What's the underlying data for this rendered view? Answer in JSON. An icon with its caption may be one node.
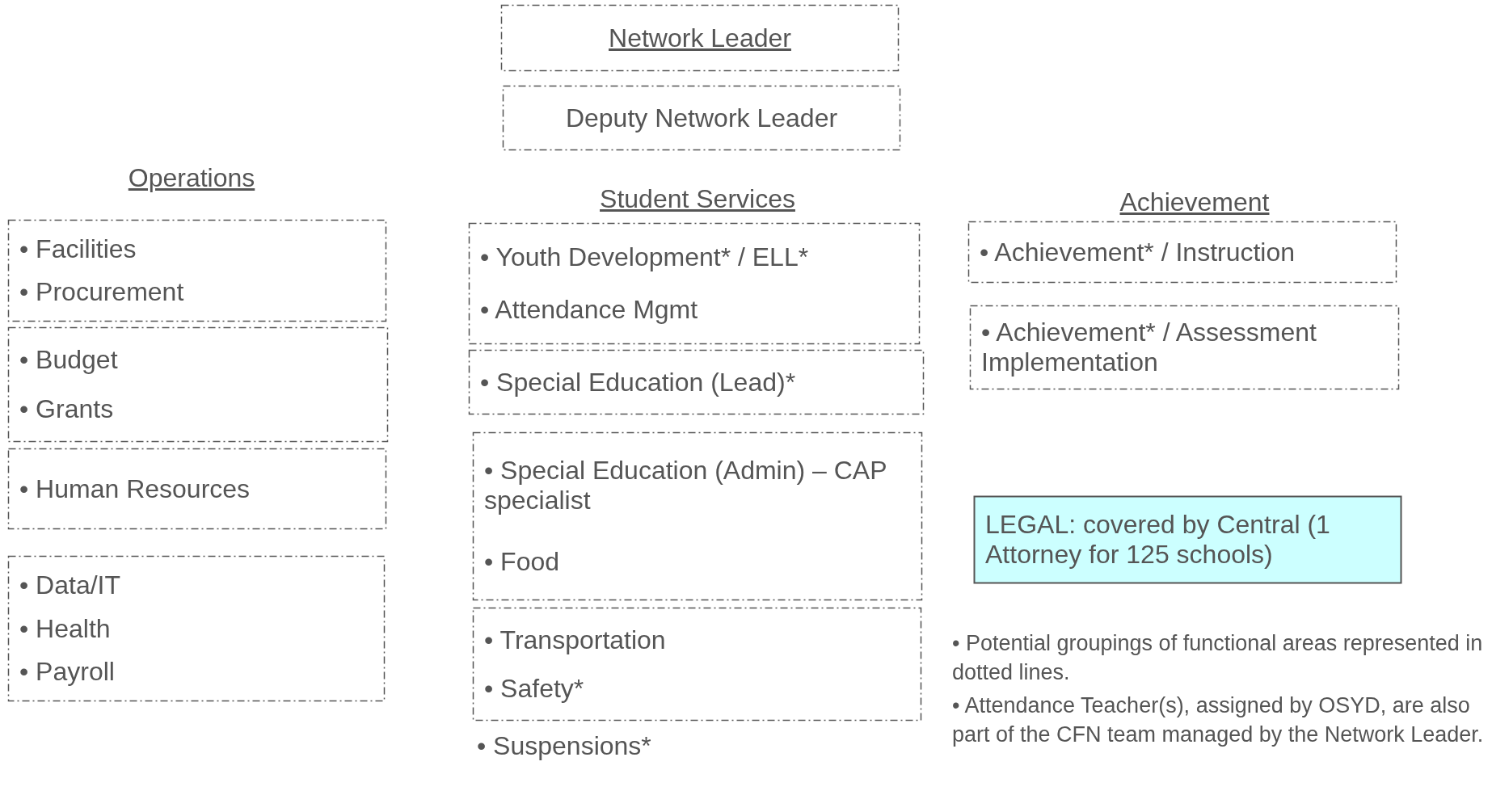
{
  "diagram": {
    "nodes": [
      {
        "text": [
          "Network Leader"
        ]
      },
      {
        "text": [
          "Deputy Network Leader"
        ]
      },
      {
        "text": [
          "• Facilities",
          "• Procurement"
        ]
      },
      {
        "text": [
          "• Budget",
          "• Grants"
        ]
      },
      {
        "text": [
          "• Human Resources"
        ]
      },
      {
        "text": [
          "• Data/IT",
          "• Health",
          "• Payroll"
        ]
      },
      {
        "text": [
          "• Youth Development* / ELL*",
          "• Attendance Mgmt"
        ]
      },
      {
        "text": [
          "• Special Education (Lead)*"
        ]
      },
      {
        "text": [
          "• Special Education (Admin) – CAP specialist",
          "• Food"
        ]
      },
      {
        "text": [
          "• Transportation",
          "• Safety*"
        ]
      },
      {
        "text": [
          "• Achievement* / Instruction"
        ]
      },
      {
        "text": [
          "• Achievement* / Assessment Implementation"
        ]
      },
      {
        "text": [
          "LEGAL: covered by Central (1 Attorney for 125 schools)"
        ]
      }
    ],
    "edges": [],
    "labels": [
      "Operations",
      "Student Services",
      "Achievement",
      "• Suspensions*",
      "• Potential groupings of functional areas represented in dotted lines.",
      "• Attendance Teacher(s), assigned by OSYD, are also part of the CFN team managed by the Network Leader."
    ]
  }
}
